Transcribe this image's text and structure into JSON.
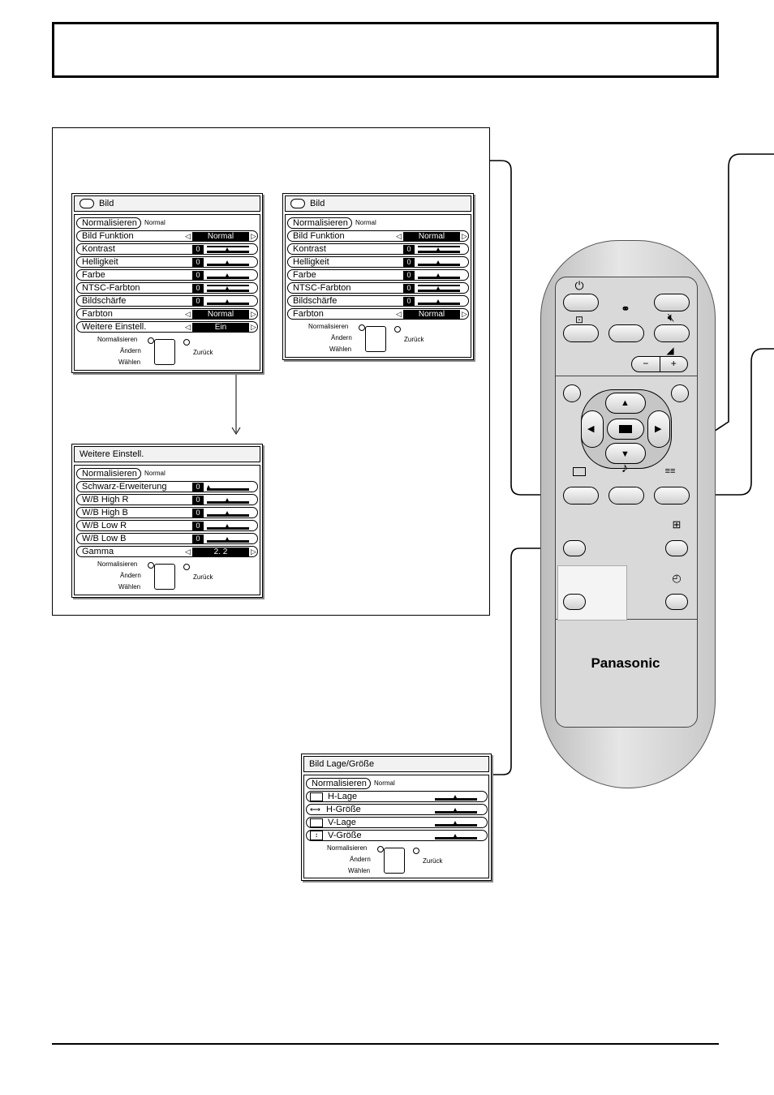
{
  "menu_bild_1": {
    "title": "Bild",
    "normalize": "Normalisieren",
    "normal_tag": "Normal",
    "rows": [
      {
        "label": "Bild  Funktion",
        "value": "Normal"
      },
      {
        "label": "Kontrast",
        "value": "0"
      },
      {
        "label": "Helligkeit",
        "value": "0"
      },
      {
        "label": "Farbe",
        "value": "0"
      },
      {
        "label": "NTSC-Farbton",
        "value": "0"
      },
      {
        "label": "Bildschärfe",
        "value": "0"
      },
      {
        "label": "Farbton",
        "value": "Normal"
      },
      {
        "label": "Weitere  Einstell.",
        "value": "Ein"
      }
    ]
  },
  "menu_bild_2": {
    "title": "Bild",
    "normalize": "Normalisieren",
    "normal_tag": "Normal",
    "rows": [
      {
        "label": "Bild  Funktion",
        "value": "Normal"
      },
      {
        "label": "Kontrast",
        "value": "0"
      },
      {
        "label": "Helligkeit",
        "value": "0"
      },
      {
        "label": "Farbe",
        "value": "0"
      },
      {
        "label": "NTSC-Farbton",
        "value": "0"
      },
      {
        "label": "Bildschärfe",
        "value": "0"
      },
      {
        "label": "Farbton",
        "value": "Normal"
      }
    ]
  },
  "menu_weitere": {
    "title": "Weitere  Einstell.",
    "normalize": "Normalisieren",
    "normal_tag": "Normal",
    "rows": [
      {
        "label": "Schwarz-Erweiterung",
        "value": "0"
      },
      {
        "label": "W/B  High  R",
        "value": "0"
      },
      {
        "label": "W/B  High  B",
        "value": "0"
      },
      {
        "label": "W/B  Low  R",
        "value": "0"
      },
      {
        "label": "W/B  Low  B",
        "value": "0"
      },
      {
        "label": "Gamma",
        "value": "2. 2"
      }
    ]
  },
  "menu_lage": {
    "title": "Bild  Lage/Größe",
    "normalize": "Normalisieren",
    "normal_tag": "Normal",
    "rows": [
      {
        "label": "H-Lage"
      },
      {
        "label": "H-Größe"
      },
      {
        "label": "V-Lage"
      },
      {
        "label": "V-Größe"
      }
    ]
  },
  "nav_legend": {
    "normalize": "Normalisieren",
    "change": "Ändern",
    "select": "Wählen",
    "back": "Zurück"
  },
  "remote": {
    "brand": "Panasonic",
    "volume_minus": "−",
    "volume_plus": "+",
    "icons": [
      "power-icon",
      "input-icon",
      "multi-window-icon",
      "mute-icon",
      "volume-icon",
      "picture-icon",
      "sound-icon",
      "setup-icon",
      "split-screen-icon",
      "off-timer-icon"
    ]
  },
  "colors": {
    "osd_value_bg": "#000000",
    "remote_body": "#d6d6d6"
  }
}
